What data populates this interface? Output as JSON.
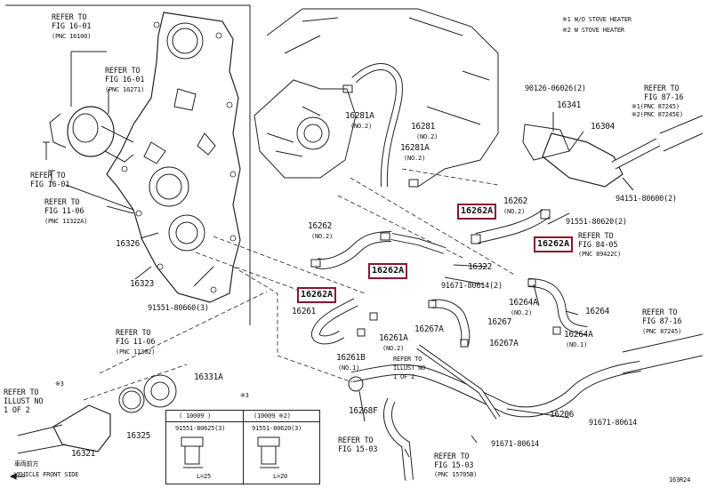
{
  "notes": {
    "note1": "※1 W/O STOVE HEATER",
    "note2": "※2 W STOVE HEATER"
  },
  "refs": {
    "fig16_01_a": {
      "line1": "REFER TO",
      "line2": "FIG 16-01",
      "line3": "(PNC 16100)"
    },
    "fig16_01_b": {
      "line1": "REFER TO",
      "line2": "FIG 16-01",
      "line3": "(PNC 16271)"
    },
    "fig16_01_c": {
      "line1": "REFER TO",
      "line2": "FIG 16-01"
    },
    "fig11_06_a": {
      "line1": "REFER TO",
      "line2": "FIG 11-06",
      "line3": "(PNC 11322A)"
    },
    "fig11_06_b": {
      "line1": "REFER TO",
      "line2": "FIG 11-06",
      "line3": "(PNC 11302)"
    },
    "illust1": {
      "line1": "REFER TO",
      "line2": "ILLUST NO",
      "line3": "1 OF 2"
    },
    "illust2": {
      "line1": "REFER TO",
      "line2": "ILLUST NO",
      "line3": "1 OF 2"
    },
    "fig87_16_a": {
      "line1": "REFER TO",
      "line2": "FIG 87-16",
      "line3": "※1(PNC 87245)",
      "line4": "※2(PNC 87245E)"
    },
    "fig87_16_b": {
      "line1": "REFER TO",
      "line2": "FIG 87-16",
      "line3": "(PNC 87245)"
    },
    "fig84_05": {
      "line1": "REFER TO",
      "line2": "FIG 84-05",
      "line3": "(PNC 89422C)"
    },
    "fig15_03_a": {
      "line1": "REFER TO",
      "line2": "FIG 15-03"
    },
    "fig15_03_b": {
      "line1": "REFER TO",
      "line2": "FIG 15-03",
      "line3": "(PNC 15705B)"
    }
  },
  "parts": {
    "p16326": "16326",
    "p16323": "16323",
    "p91551_80660": "91551-80660(3)",
    "p16281A_top": "16281A",
    "p16281A_top_sub": "(NO.2)",
    "p16281": "16281",
    "p16281_sub": "(NO.2)",
    "p16281A_mid": "16281A",
    "p16281A_mid_sub": "(NO.2)",
    "p90126": "90126-06026(2)",
    "p16341": "16341",
    "p16304": "16304",
    "p94151": "94151-80600(2)",
    "p91551_80620": "91551-80620(2)",
    "p16262_right": "16262",
    "p16262_right_sub": "(NO.2)",
    "p16262_left": "16262",
    "p16262_left_sub": "(NO.2)",
    "p16322": "16322",
    "p91671_80614_2": "91671-80614(2)",
    "p16261": "16261",
    "p16264A_a": "16264A",
    "p16264A_a_sub": "(NO.2)",
    "p16264": "16264",
    "p16267": "16267",
    "p16267A_a": "16267A",
    "p16267A_b": "16267A",
    "p16264A_b": "16264A",
    "p16264A_b_sub": "(NO.1)",
    "p16261A": "16261A",
    "p16261A_sub": "(NO.2)",
    "p16261B": "16261B",
    "p16261B_sub": "(NO.1)",
    "p16331A": "16331A",
    "p16325": "16325",
    "p16321": "16321",
    "p16268F": "16268F",
    "p16206": "16206",
    "p91671_80614": "91671-80614",
    "p91671_80614_b": "91671-80614"
  },
  "highlights": {
    "h1": "16262A",
    "h2": "16262A",
    "h3": "16262A",
    "h4": "16262A"
  },
  "table": {
    "note": "※3",
    "col1_head": "(     10009     )",
    "col2_head": "(10009     ※2)",
    "col1_part": "91551-80625(3)",
    "col2_part": "91551-80620(3)",
    "col1_len": "L=25",
    "col2_len": "L=20"
  },
  "misc": {
    "star3_a": "※3",
    "star3_b": "※3",
    "vehicle_front_jp": "車両前方",
    "vehicle_front": "VEHICLE FRONT SIDE",
    "corner_code": "163R24"
  }
}
